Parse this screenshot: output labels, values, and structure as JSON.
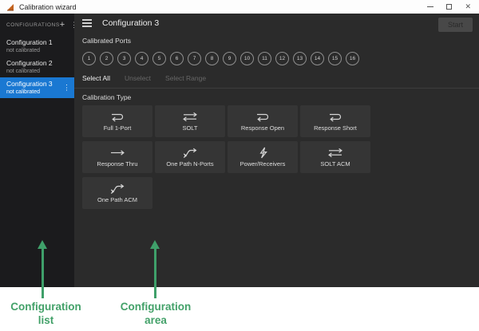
{
  "window": {
    "title": "Calibration wizard"
  },
  "icons": {
    "close": "✕",
    "kebab": "⋮",
    "plus": "+"
  },
  "sidebar": {
    "header": "CONFIGURATIONS",
    "items": [
      {
        "name": "Configuration 1",
        "status": "not calibrated",
        "selected": false
      },
      {
        "name": "Configuration 2",
        "status": "not calibrated",
        "selected": false
      },
      {
        "name": "Configuration 3",
        "status": "not calibrated",
        "selected": true
      }
    ]
  },
  "main": {
    "title": "Configuration 3",
    "start_button": "Start",
    "calibrated_ports": {
      "label": "Calibrated Ports",
      "numbers": [
        "1",
        "2",
        "3",
        "4",
        "5",
        "6",
        "7",
        "8",
        "9",
        "10",
        "11",
        "12",
        "13",
        "14",
        "15",
        "16"
      ]
    },
    "port_actions": [
      {
        "label": "Select All",
        "enabled": true
      },
      {
        "label": "Unselect",
        "enabled": false
      },
      {
        "label": "Select Range",
        "enabled": false
      }
    ],
    "calibration_type": {
      "label": "Calibration Type",
      "types": [
        {
          "label": "Full 1-Port",
          "icon": "uturn-arrow-icon"
        },
        {
          "label": "SOLT",
          "icon": "swap-arrows-icon"
        },
        {
          "label": "Response Open",
          "icon": "uturn-arrow-icon"
        },
        {
          "label": "Response Short",
          "icon": "uturn-arrow-icon"
        },
        {
          "label": "Response Thru",
          "icon": "arrow-right-icon"
        },
        {
          "label": "One Path N-Ports",
          "icon": "one-path-arrow-icon"
        },
        {
          "label": "Power/Receivers",
          "icon": "lightning-bolt-icon"
        },
        {
          "label": "SOLT ACM",
          "icon": "swap-arrows-icon"
        },
        {
          "label": "One Path ACM",
          "icon": "one-path-arrow-icon"
        }
      ]
    }
  },
  "annotations": {
    "labels": [
      {
        "label": "Configuration list"
      },
      {
        "label": "Configuration area"
      }
    ]
  },
  "colors": {
    "selected_item_blue": "#1a78d2",
    "annotation_green": "#3fa06a",
    "app_dark_bg": "#2b2b2b",
    "sidebar_bg": "#1b1b1d",
    "card_bg": "#353535",
    "titlebar_bg": "#fdfdfd"
  }
}
